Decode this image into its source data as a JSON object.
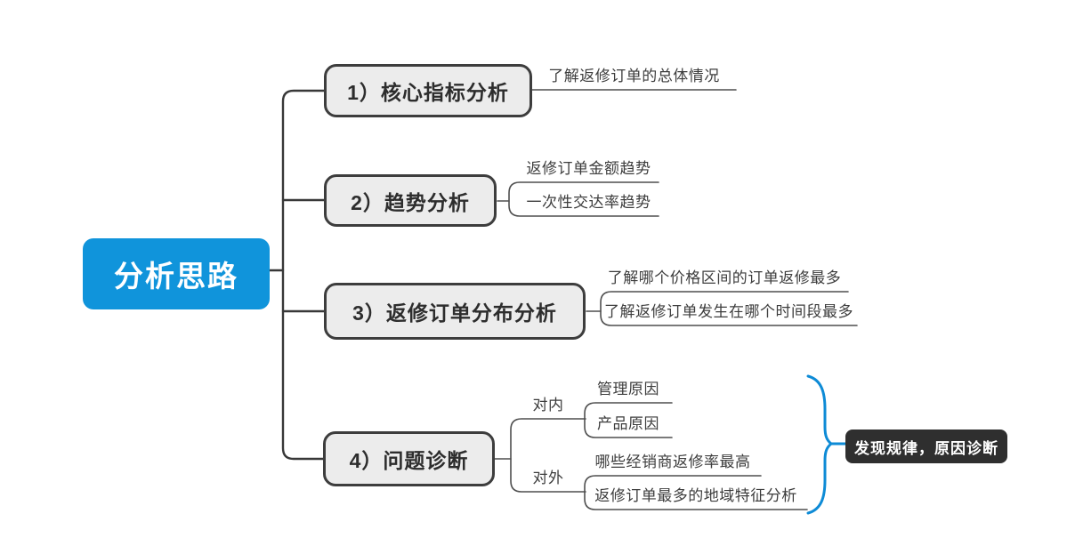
{
  "root": {
    "label": "分析思路"
  },
  "branches": [
    {
      "label": "1）核心指标分析",
      "children": [
        {
          "label": "了解返修订单的总体情况"
        }
      ]
    },
    {
      "label": "2）趋势分析",
      "children": [
        {
          "label": "返修订单金额趋势"
        },
        {
          "label": "一次性交达率趋势"
        }
      ]
    },
    {
      "label": "3）返修订单分布分析",
      "children": [
        {
          "label": "了解哪个价格区间的订单返修最多"
        },
        {
          "label": "了解返修订单发生在哪个时间段最多"
        }
      ]
    },
    {
      "label": "4）问题诊断",
      "children": [
        {
          "label": "对内",
          "children": [
            {
              "label": "管理原因"
            },
            {
              "label": "产品原因"
            }
          ]
        },
        {
          "label": "对外",
          "children": [
            {
              "label": "哪些经销商返修率最高"
            },
            {
              "label": "返修订单最多的地域特征分析"
            }
          ]
        }
      ]
    }
  ],
  "callout": {
    "label": "发现规律，原因诊断"
  },
  "colors": {
    "root_bg": "#1094db",
    "topic_bg": "#ececec",
    "topic_border": "#3d3d3d",
    "connector": "#383838",
    "leaf_line": "#4f4f4f",
    "brace": "#0e8bd6",
    "callout_bg": "#2f2f2f"
  }
}
